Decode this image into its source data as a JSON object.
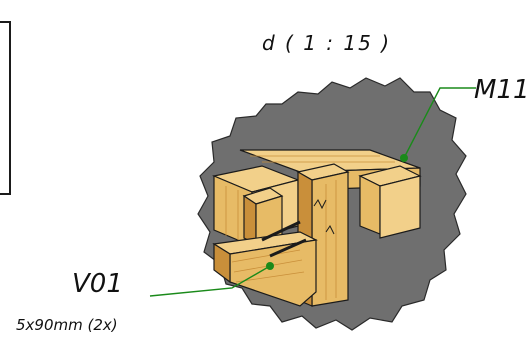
{
  "detail": {
    "title": "d ( 1 : 15 )"
  },
  "callouts": [
    {
      "code": "M11",
      "note": ""
    },
    {
      "code": "V01",
      "note": "5x90mm (2x)"
    }
  ],
  "colors": {
    "background": "#ffffff",
    "cut_region": "#6f6f6f",
    "timber_light": "#f2d08a",
    "timber_mid": "#e7bb66",
    "timber_dark": "#c98f3a",
    "leader_line": "#1a8a1a",
    "leader_dot": "#1a8a1a",
    "outline": "#1b1b1b"
  }
}
